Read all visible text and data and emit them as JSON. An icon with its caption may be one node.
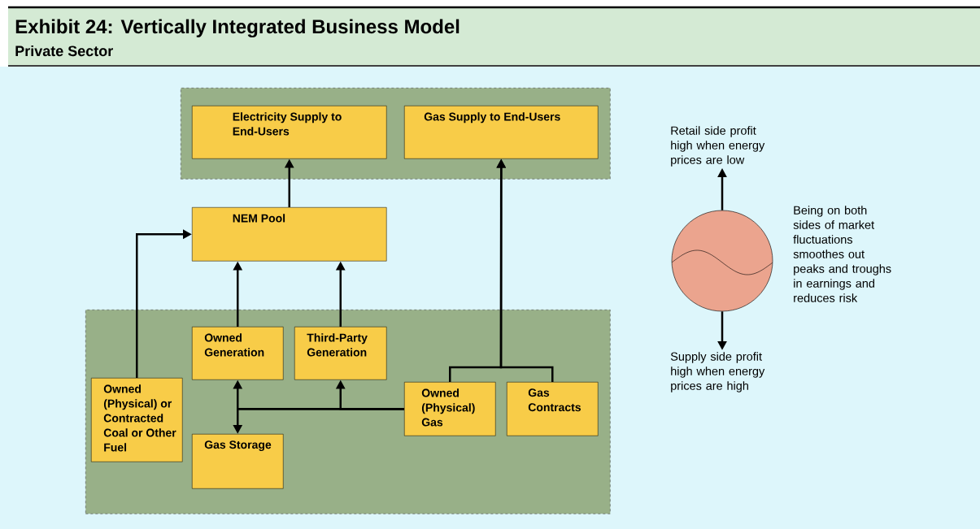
{
  "diagram": {
    "title": "Exhibit 24: Vertically Integrated Business Model",
    "nodes": [
      {
        "text": [],
        "shape": "box"
      },
      {
        "text": [
          "Electricity Supply to End-Users"
        ],
        "in": 0
      },
      {
        "text": [
          "Gas Supply to End-Users"
        ],
        "in": 0
      },
      {
        "text": [
          "NEM Pool"
        ]
      },
      {
        "text": [],
        "shape": "box"
      },
      {
        "text": [
          "Owned Generation"
        ],
        "in": 4
      },
      {
        "text": [
          "Third-Party Generation"
        ],
        "in": 4
      },
      {
        "text": [
          "Owned (Physical) or Contracted Coal or Other Fuel"
        ],
        "in": 4
      },
      {
        "text": [
          "Owned (Physical) Gas"
        ],
        "in": 4
      },
      {
        "text": [
          "Gas Contracts"
        ],
        "in": 4
      },
      {
        "text": [
          "Gas Storage"
        ],
        "in": 4
      },
      {
        "text": [],
        "shape": "circle",
        "beside": [
          "Being on both sides of market fluctuations smoothes out peaks and troughs in earnings and reduces risk"
        ]
      },
      {
        "text": [
          "Retail side profit high when energy prices are low"
        ]
      },
      {
        "text": [
          "Supply side profit high when energy prices are high"
        ]
      }
    ],
    "edges": [
      {
        "from": 3,
        "to": 1,
        "arrow": "to"
      },
      {
        "from": 8,
        "to": 2,
        "arrow": "to"
      },
      {
        "from": 9,
        "to": 2,
        "arrow": "to"
      },
      {
        "from": 5,
        "to": 3,
        "arrow": "to"
      },
      {
        "from": 6,
        "to": 3,
        "arrow": "to"
      },
      {
        "from": 7,
        "to": 3,
        "arrow": "to"
      },
      {
        "from": 8,
        "to": 5,
        "arrow": "to"
      },
      {
        "from": 8,
        "to": 10,
        "arrow": "to"
      },
      {
        "from": 8,
        "to": 6,
        "arrow": "to"
      },
      {
        "from": 11,
        "to": 12,
        "arrow": "to"
      },
      {
        "from": 11,
        "to": 13,
        "arrow": "to"
      }
    ],
    "labels": [
      "Private Sector"
    ]
  }
}
